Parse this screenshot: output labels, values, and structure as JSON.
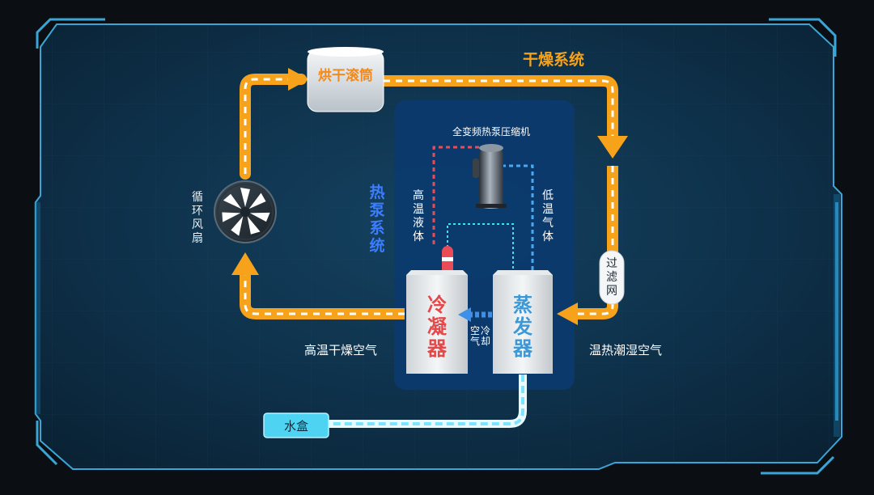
{
  "diagram": {
    "title_drying_system": "干燥系统",
    "title_heat_pump_system": "热泵系统",
    "compressor_label": "全变频热泵压缩机",
    "high_temp_liquid": "高温液体",
    "low_temp_gas": "低温气体",
    "drum_label": "烘干滚筒",
    "fan_label": "循环风扇",
    "filter_label": "过滤网",
    "condenser_label": "冷凝器",
    "evaporator_label": "蒸发器",
    "air_cooling_col1": "空气",
    "air_cooling_col2": "冷却",
    "hot_dry_air": "高温干燥空气",
    "warm_humid_air": "温热潮湿空气",
    "water_box": "水盒"
  },
  "colors": {
    "frame": "#3aa6d8",
    "panel": "#0f2f45",
    "heat_pump_panel": "#0b3a6e",
    "orange_flow": "#f7a21b",
    "blue_title": "#3d7dff",
    "red_line": "#e94b57",
    "blue_line": "#49a8f0",
    "cyan_line": "#42e3e8",
    "water": "#7fe3ff",
    "condenser_text": "#e44848",
    "evaporator_text": "#3c98d6"
  },
  "icons": [
    "fan-icon",
    "compressor-icon",
    "drum-icon",
    "filter-icon",
    "arrow-icon"
  ]
}
